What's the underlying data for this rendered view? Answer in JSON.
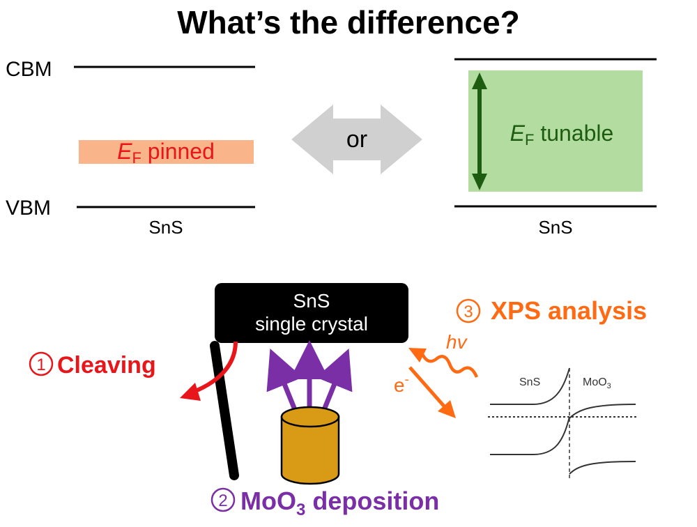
{
  "title": "What’s the difference?",
  "left_panel": {
    "cbm_label": "CBM",
    "vbm_label": "VBM",
    "ef_symbol": "E",
    "ef_subscript": "F",
    "ef_text": " pinned",
    "material": "SnS"
  },
  "middle": {
    "or_label": "or"
  },
  "right_panel": {
    "ef_symbol": "E",
    "ef_subscript": "F",
    "ef_text": " tunable",
    "material": "SnS"
  },
  "crystal": {
    "line1": "SnS",
    "line2": "single crystal"
  },
  "step1": {
    "number": "①",
    "label": "Cleaving"
  },
  "step2": {
    "number": "②",
    "label_prefix": "MoO",
    "label_subscript": "3",
    "label_suffix": " deposition"
  },
  "step3": {
    "number": "③",
    "label": "XPS analysis",
    "photon_label": "hv",
    "electron_label": "e",
    "electron_sup": "-"
  },
  "band_plot": {
    "left_label": "SnS",
    "right_label_prefix": "MoO",
    "right_label_subscript": "3"
  },
  "colors": {
    "pinned_red": "#e8161b",
    "pinned_fill": "#f9b48a",
    "tunable_green": "#1e5c12",
    "tunable_fill": "#b3dda0",
    "arrow_gray": "#d0d0d0",
    "purple": "#7b2fa6",
    "orange": "#ff6a13",
    "cylinder": "#d99a16"
  }
}
